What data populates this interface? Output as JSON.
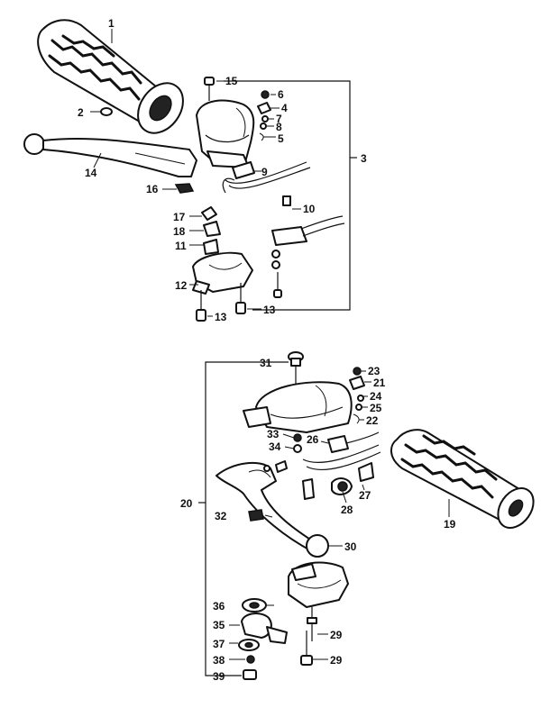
{
  "callouts": {
    "c1": "1",
    "c2": "2",
    "c3": "3",
    "c4": "4",
    "c5": "5",
    "c6": "6",
    "c7": "7",
    "c8": "8",
    "c9": "9",
    "c10": "10",
    "c11": "11",
    "c12": "12",
    "c13a": "13",
    "c13b": "13",
    "c14": "14",
    "c15": "15",
    "c16": "16",
    "c17": "17",
    "c18": "18",
    "c19": "19",
    "c20": "20",
    "c21": "21",
    "c22": "22",
    "c23": "23",
    "c24": "24",
    "c25": "25",
    "c26": "26",
    "c27": "27",
    "c28": "28",
    "c29a": "29",
    "c29b": "29",
    "c30": "30",
    "c31": "31",
    "c32": "32",
    "c33": "33",
    "c34": "34",
    "c35": "35",
    "c36": "36",
    "c37": "37",
    "c38": "38",
    "c39": "39"
  }
}
